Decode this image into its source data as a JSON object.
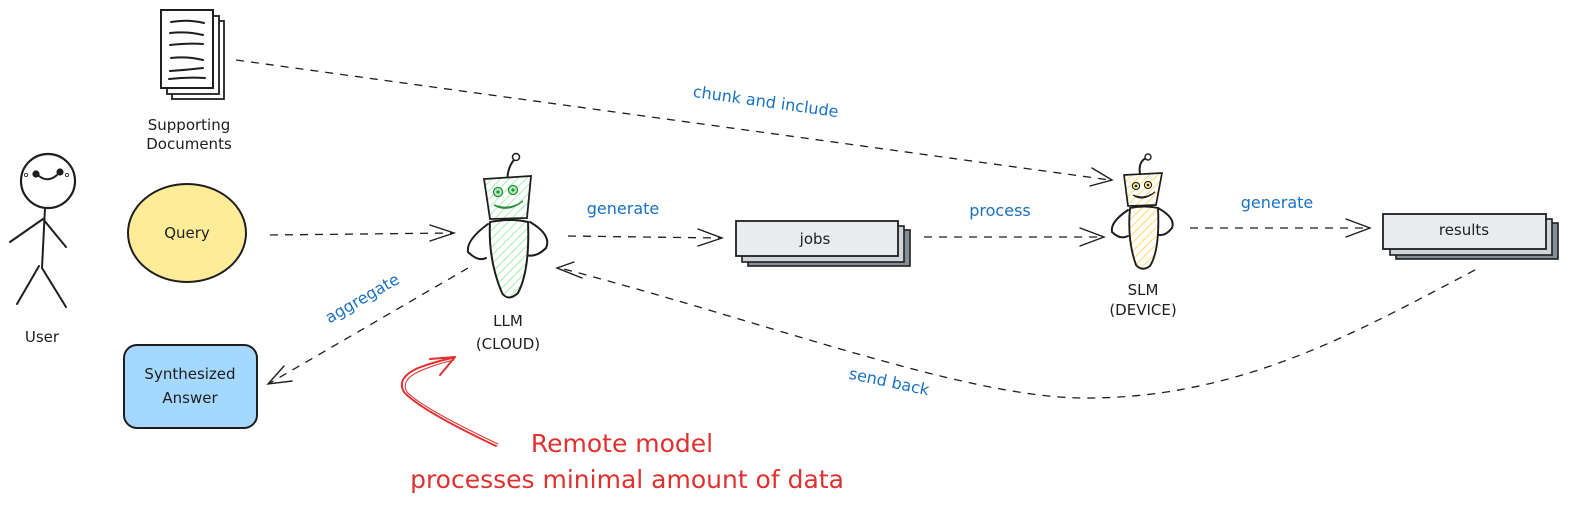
{
  "diagram": {
    "nodes": {
      "user": {
        "label": "User"
      },
      "supporting_documents": {
        "label_line1": "Supporting",
        "label_line2": "Documents"
      },
      "query": {
        "label": "Query",
        "fill": "#ffec99"
      },
      "synthesized_answer": {
        "label_line1": "Synthesized",
        "label_line2": "Answer",
        "fill": "#a5d8ff"
      },
      "llm": {
        "label_line1": "LLM",
        "label_line2": "(CLOUD)",
        "fill": "#b2f2bb"
      },
      "jobs": {
        "label": "jobs"
      },
      "slm": {
        "label_line1": "SLM",
        "label_line2": "(DEVICE)",
        "fill": "#ffec99"
      },
      "results": {
        "label": "results"
      }
    },
    "edges": {
      "chunk_and_include": "chunk and include",
      "generate_jobs": "generate",
      "process": "process",
      "generate_results": "generate",
      "aggregate": "aggregate",
      "send_back": "send back"
    },
    "annotation": {
      "line1": "Remote model",
      "line2": "processes minimal amount of data",
      "color": "#e03131"
    },
    "colors": {
      "edge_label": "#1971c2",
      "stroke": "#1e1e1e",
      "box_front": "#e9ecef",
      "box_mid": "#ced4da",
      "box_back": "#868e96"
    }
  }
}
